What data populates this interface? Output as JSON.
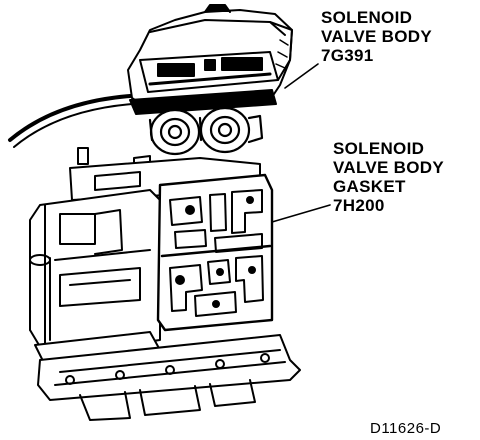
{
  "labels": {
    "solenoid_valve_body": {
      "line1": "SOLENOID",
      "line2": "VALVE BODY",
      "part_number": "7G391"
    },
    "solenoid_valve_body_gasket": {
      "line1": "SOLENOID",
      "line2": "VALVE BODY",
      "line3": "GASKET",
      "part_number": "7H200"
    }
  },
  "figure_id": "D11626-D"
}
